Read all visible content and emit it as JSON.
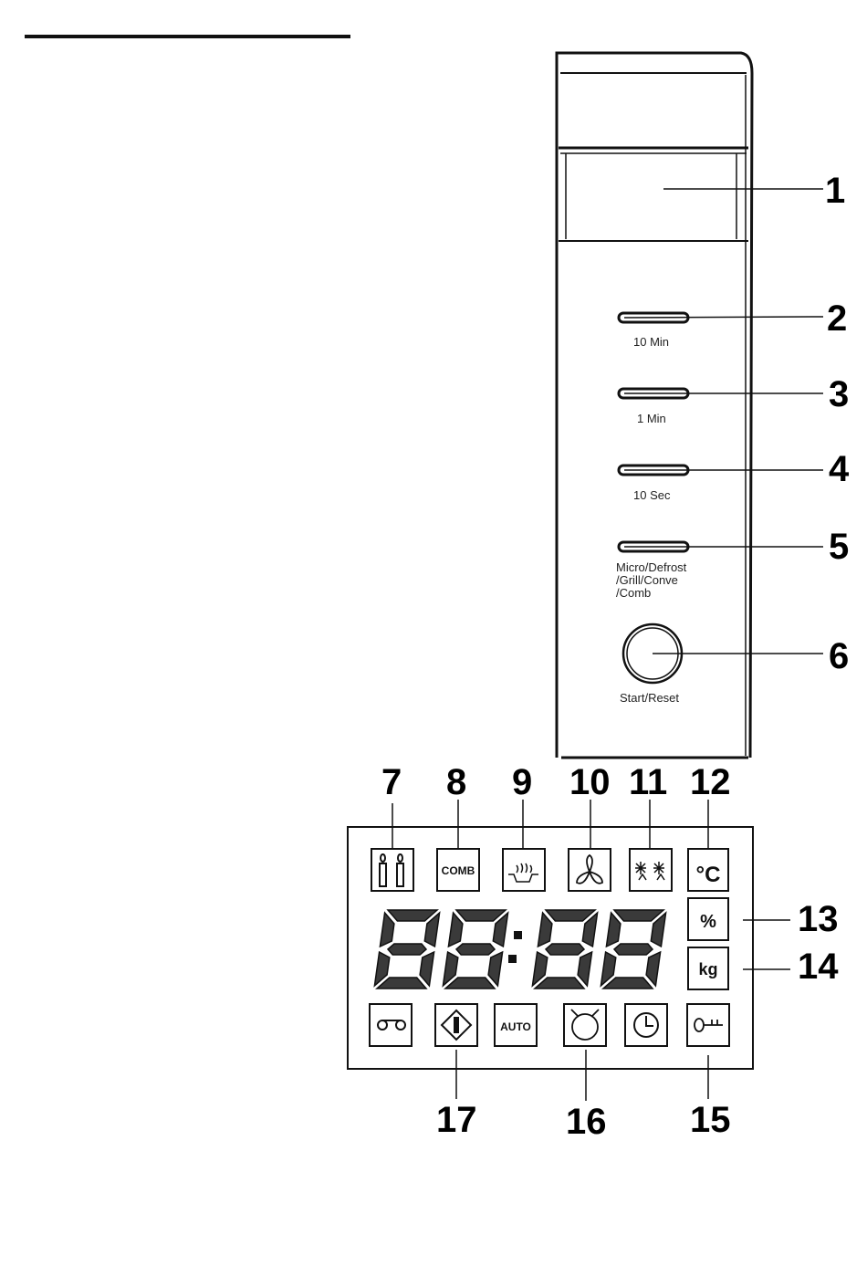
{
  "buttons": [
    {
      "number": "2",
      "label_lines": [
        "10 Min"
      ]
    },
    {
      "number": "3",
      "label_lines": [
        "1 Min"
      ]
    },
    {
      "number": "4",
      "label_lines": [
        "10 Sec"
      ]
    },
    {
      "number": "5",
      "label_lines": [
        "Micro/Defrost",
        "/Grill/Conve",
        "/Comb"
      ]
    }
  ],
  "knob": {
    "number": "6",
    "label": "Start/Reset"
  },
  "display_window": {
    "number": "1"
  },
  "top_icons": [
    {
      "number": "7",
      "icon": "power-level-icon",
      "text": ""
    },
    {
      "number": "8",
      "icon": "combination-icon",
      "text": "COMB"
    },
    {
      "number": "9",
      "icon": "grill-icon",
      "text": ""
    },
    {
      "number": "10",
      "icon": "convection-fan-icon",
      "text": ""
    },
    {
      "number": "11",
      "icon": "defrost-icon",
      "text": ""
    },
    {
      "number": "12",
      "icon": "celsius-icon",
      "text": "°C"
    }
  ],
  "side_icons": [
    {
      "number": "13",
      "icon": "percent-icon",
      "text": "%"
    },
    {
      "number": "14",
      "icon": "weight-icon",
      "text": "kg"
    }
  ],
  "bottom_icons": [
    {
      "number": "",
      "icon": "pause-icon",
      "text": ""
    },
    {
      "number": "17",
      "icon": "step-icon",
      "text": ""
    },
    {
      "number": "",
      "icon": "auto-icon",
      "text": "AUTO"
    },
    {
      "number": "16",
      "icon": "turntable-icon",
      "text": ""
    },
    {
      "number": "",
      "icon": "clock-icon",
      "text": ""
    },
    {
      "number": "15",
      "icon": "child-lock-icon",
      "text": ""
    }
  ],
  "lcd_digits": "88:88",
  "colors": {
    "line": "#111111",
    "digit": "#3a3a3a",
    "digit_edge": "#111111"
  }
}
